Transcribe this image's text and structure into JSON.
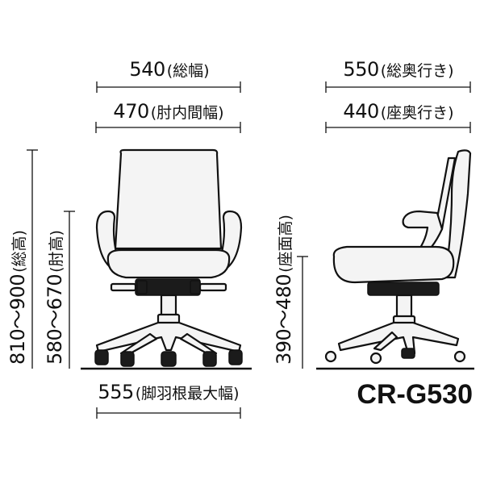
{
  "dimensions": {
    "overall_width": {
      "value": "540",
      "label": "(総幅)"
    },
    "armrest_inner_width": {
      "value": "470",
      "label": "(肘内間幅)"
    },
    "overall_depth": {
      "value": "550",
      "label": "(総奥行き)"
    },
    "seat_depth": {
      "value": "440",
      "label": "(座奥行き)"
    },
    "overall_height": {
      "value": "810〜900",
      "label": "(総高)"
    },
    "armrest_height": {
      "value": "580〜670",
      "label": "(肘高)"
    },
    "seat_height": {
      "value": "390〜480",
      "label": "(座面高)"
    },
    "base_max_width": {
      "value": "555",
      "label": "(脚羽根最大幅)"
    }
  },
  "model": "CR-G530"
}
